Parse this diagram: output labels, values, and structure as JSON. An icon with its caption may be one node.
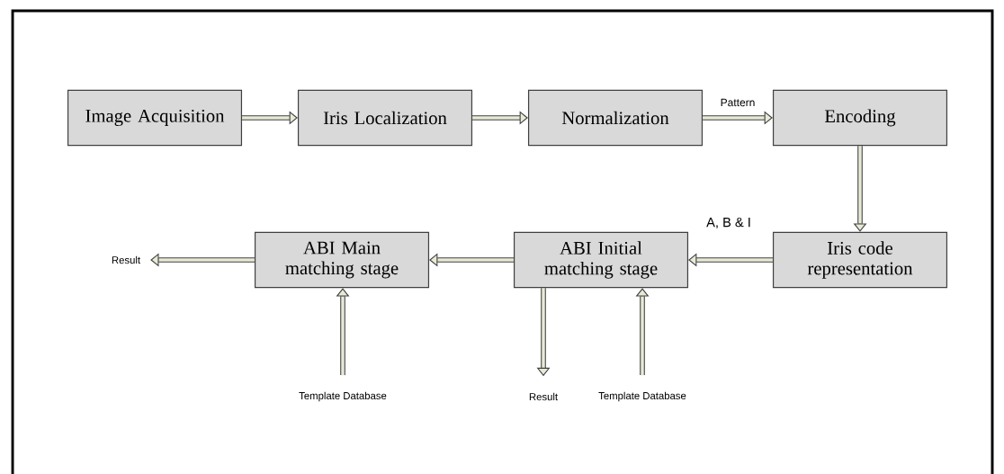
{
  "diagram": {
    "nodes": [
      {
        "text": [
          "Image Acquisition"
        ]
      },
      {
        "text": [
          "Iris Localization"
        ]
      },
      {
        "text": [
          "Normalization"
        ]
      },
      {
        "text": [
          "Encoding"
        ]
      },
      {
        "text": [
          "Iris code representation"
        ]
      },
      {
        "text": [
          "ABI Initial matching stage"
        ]
      },
      {
        "text": [
          "ABI Main matching stage"
        ]
      },
      {
        "text": [
          "Result"
        ]
      },
      {
        "text": [
          "Template Database"
        ]
      },
      {
        "text": [
          "Result"
        ]
      },
      {
        "text": [
          "Template Database"
        ]
      }
    ],
    "edges": [
      {
        "from": 0,
        "to": 1,
        "arrow": "to"
      },
      {
        "from": 1,
        "to": 2,
        "arrow": "to"
      },
      {
        "from": 2,
        "to": 3,
        "arrow": "to",
        "label": "Pattern"
      },
      {
        "from": 3,
        "to": 4,
        "arrow": "to"
      },
      {
        "from": 4,
        "to": 5,
        "arrow": "to",
        "label": "A, B & I"
      },
      {
        "from": 5,
        "to": 6,
        "arrow": "to"
      },
      {
        "from": 6,
        "to": 7,
        "arrow": "to"
      },
      {
        "from": 8,
        "to": 6,
        "arrow": "to"
      },
      {
        "from": 5,
        "to": 9,
        "arrow": "to"
      },
      {
        "from": 10,
        "to": 5,
        "arrow": "to"
      }
    ]
  }
}
